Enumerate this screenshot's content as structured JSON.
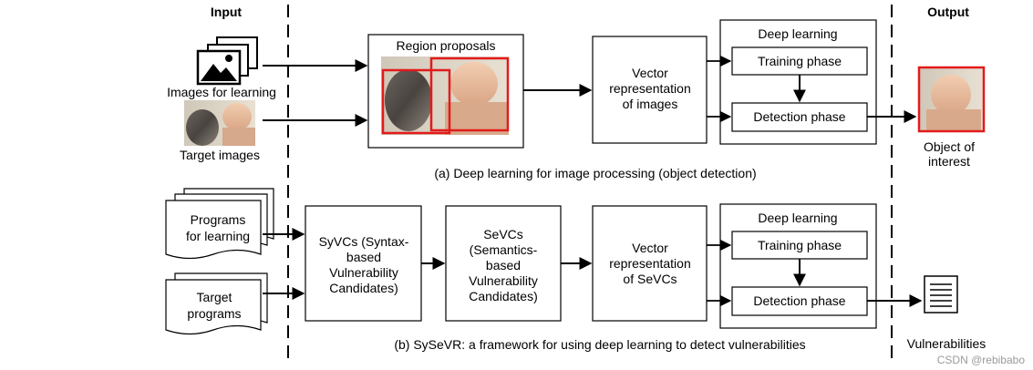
{
  "columns": {
    "input": "Input",
    "output": "Output"
  },
  "part_a": {
    "images_for_learning": "Images for learning",
    "target_images": "Target images",
    "region_proposals": "Region proposals",
    "vector_repr": [
      "Vector",
      "representation",
      "of images"
    ],
    "deep_learning": "Deep learning",
    "training_phase": "Training phase",
    "detection_phase": "Detection phase",
    "object_of_interest": [
      "Object of",
      "interest"
    ],
    "caption": "(a) Deep learning for image processing (object detection)"
  },
  "part_b": {
    "programs_for_learning": [
      "Programs",
      "for learning"
    ],
    "target_programs": [
      "Target",
      "programs"
    ],
    "syvcs": [
      "SyVCs (Syntax-",
      "based",
      "Vulnerability",
      "Candidates)"
    ],
    "sevcs": [
      "SeVCs",
      "(Semantics-",
      "based",
      "Vulnerability",
      "Candidates)"
    ],
    "vector_repr": [
      "Vector",
      "representation",
      "of SeVCs"
    ],
    "deep_learning": "Deep learning",
    "training_phase": "Training phase",
    "detection_phase": "Detection phase",
    "vulnerabilities": "Vulnerabilities",
    "caption": "(b) SySeVR: a framework for using deep learning to detect vulnerabilities"
  },
  "watermark": "CSDN @rebibabo",
  "colors": {
    "box_stroke": "#000000",
    "highlight_red": "#e21b1b",
    "watermark": "#9a9a9a"
  }
}
